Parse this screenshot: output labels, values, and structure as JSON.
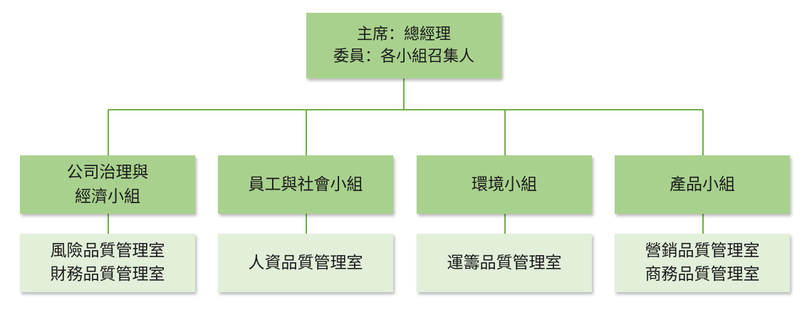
{
  "top": {
    "line1": "主席：總經理",
    "line2": "委員：各小組召集人"
  },
  "groups": [
    {
      "lines": [
        "公司治理與",
        "經濟小組"
      ]
    },
    {
      "lines": [
        "員工與社會小組"
      ]
    },
    {
      "lines": [
        "環境小組"
      ]
    },
    {
      "lines": [
        "產品小組"
      ]
    }
  ],
  "offices": [
    {
      "lines": [
        "風險品質管理室",
        "財務品質管理室"
      ]
    },
    {
      "lines": [
        "人資品質管理室"
      ]
    },
    {
      "lines": [
        "運籌品質管理室"
      ]
    },
    {
      "lines": [
        "營銷品質管理室",
        "商務品質管理室"
      ]
    }
  ],
  "colors": {
    "box_dark": "#a9d18e",
    "box_light": "#e2efd9",
    "connector": "#70ad47"
  }
}
